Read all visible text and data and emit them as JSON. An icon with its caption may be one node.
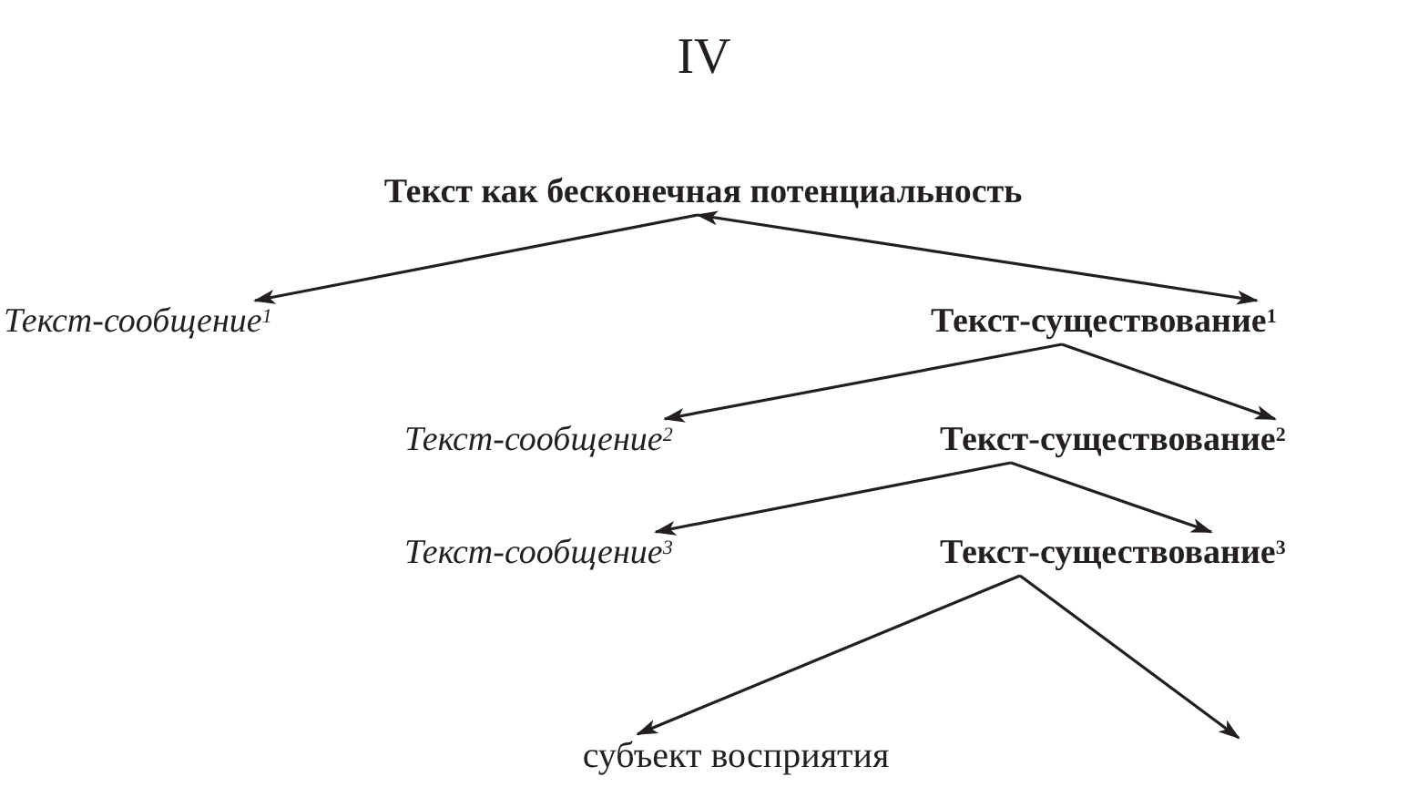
{
  "diagram": {
    "title": "IV",
    "nodes": [
      {
        "text": [
          "Текст как бесконечная потенциальность"
        ]
      },
      {
        "text": [
          "Текст-сообщение$^{1}$"
        ]
      },
      {
        "text": [
          "Текст-существование$^{1}$"
        ]
      },
      {
        "text": [
          "Текст-сообщение$^{2}$"
        ]
      },
      {
        "text": [
          "Текст-существование$^{2}$"
        ]
      },
      {
        "text": [
          "Текст-сообщение$^{3}$"
        ]
      },
      {
        "text": [
          "Текст-существование$^{3}$"
        ]
      },
      {
        "text": [
          "субъект восприятия"
        ]
      }
    ],
    "edges": [
      {
        "from": 0,
        "to": 1,
        "arrow": "to"
      },
      {
        "from": 0,
        "to": 2,
        "arrow": "both"
      },
      {
        "from": 2,
        "to": 3,
        "arrow": "to"
      },
      {
        "from": 2,
        "to": 4,
        "arrow": "to"
      },
      {
        "from": 4,
        "to": 5,
        "arrow": "to"
      },
      {
        "from": 4,
        "to": 6,
        "arrow": "to"
      },
      {
        "from": 6,
        "to": 7,
        "arrow": "to"
      },
      {
        "from": 6,
        "to": null,
        "arrow": "to"
      }
    ]
  }
}
